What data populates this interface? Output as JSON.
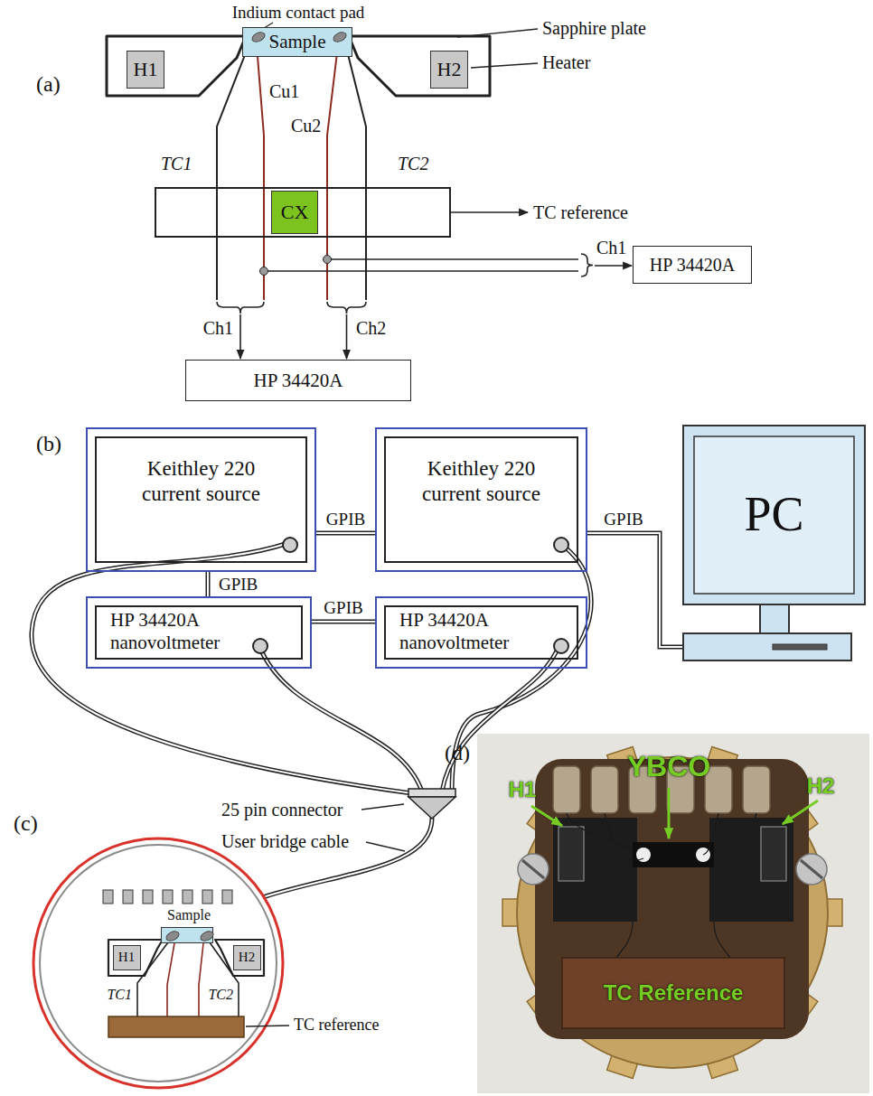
{
  "diagram": {
    "nodes": [
      {
        "text": [
          "Sample"
        ]
      },
      {
        "text": [
          "H1"
        ]
      },
      {
        "text": [
          "H2"
        ]
      },
      {
        "text": [
          "CX"
        ]
      },
      {
        "text": [
          "HP 34420A"
        ]
      },
      {
        "text": [
          "HP 34420A"
        ]
      },
      {
        "text": [
          "Keithley 220 current source"
        ]
      },
      {
        "text": [
          "Keithley 220 current source"
        ]
      },
      {
        "text": [
          "PC"
        ]
      },
      {
        "text": [
          "HP 34420A nanovoltmeter"
        ]
      },
      {
        "text": [
          "HP 34420A nanovoltmeter"
        ]
      },
      {
        "text": [
          "Sample"
        ]
      },
      {
        "text": [
          "H1"
        ]
      },
      {
        "text": [
          "H2"
        ]
      }
    ],
    "edges": [
      {
        "from": 6,
        "to": 7,
        "arrow": "none",
        "label": "GPIB"
      },
      {
        "from": 7,
        "to": 8,
        "arrow": "none",
        "label": "GPIB"
      },
      {
        "from": 6,
        "to": 9,
        "arrow": "none",
        "label": "GPIB"
      },
      {
        "from": 9,
        "to": 10,
        "arrow": "none",
        "label": "GPIB"
      }
    ],
    "labels": [
      "(a)",
      "Indium contact pad",
      "Sapphire plate",
      "Heater",
      "Cu1",
      "TC1",
      "Cu2",
      "TC2",
      "TC reference",
      "Ch1",
      "Ch1",
      "Ch2",
      "(b)",
      "25 pin connector",
      "User bridge cable",
      "(c)",
      "TC1",
      "TC2",
      "TC reference",
      "(d)",
      "YBCO",
      "H1",
      "H2",
      "TC Reference"
    ]
  }
}
